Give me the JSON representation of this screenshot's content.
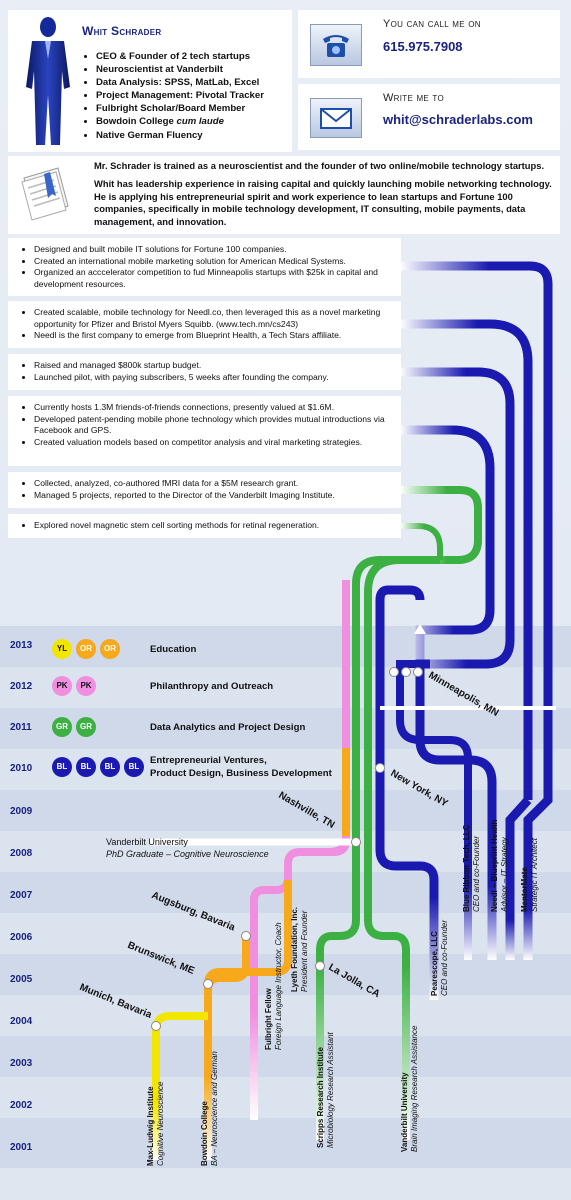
{
  "profile": {
    "name": "Whit Schrader",
    "bullets": [
      "CEO & Founder of 2 tech startups",
      "Neuroscientist at Vanderbilt",
      "Data Analysis: SPSS, MatLab, Excel",
      "Project Management: Pivotal Tracker",
      "Fulbright Scholar/Board Member",
      "Bowdoin College",
      "Native German Fluency"
    ],
    "bullet_em": "cum laude"
  },
  "contact": {
    "phone_title": "You can call me on",
    "phone": "615.975.7908",
    "email_title": "Write me to",
    "email": "whit@schraderlabs.com"
  },
  "summary": [
    "Mr. Schrader is trained as a neuroscientist and the founder of two online/mobile technology startups.",
    "Whit has leadership experience in raising capital and quickly launching mobile networking technology. He is applying his entrepreneurial spirit and work experience to lean startups and Fortune 100 companies, specifically in mobile technology development, IT consulting, mobile payments, data management, and innovation."
  ],
  "achievements": [
    [
      "Designed and built mobile IT solutions for Fortune 100 companies.",
      "Created an international mobile marketing solution for American Medical Systems.",
      "Organized an acccelerator competition to fud Minneapolis startups with $25k in capital and development resources."
    ],
    [
      "Created scalable, mobile technology for Needl.co, then leveraged this as a novel marketing opportunity for Pfizer and Bristol Myers Squibb. (www.tech.mn/cs243)",
      "Needl is the first company to emerge from Blueprint Health, a Tech Stars affiliate."
    ],
    [
      "Raised and managed $800k startup budget.",
      "Launched pilot, with paying subscribers, 5 weeks after founding the company."
    ],
    [
      "Currently hosts 1.3M friends-of-friends connections, presently valued at $1.6M.",
      "Developed patent-pending mobile phone technology which provides mutual introductions via Facebook and GPS.",
      "Created valuation models based on competitor analysis and viral marketing strategies."
    ],
    [
      "Collected, analyzed, co-authored fMRI data for a $5M research grant.",
      "Managed 5 projects, reported to the Director of the Vanderbilt Imaging Institute."
    ],
    [
      "Explored novel magnetic stem cell sorting methods for retinal regeneration."
    ]
  ],
  "timeline": {
    "years": [
      "2013",
      "2012",
      "2011",
      "2010",
      "2009",
      "2008",
      "2007",
      "2006",
      "2005",
      "2004",
      "2003",
      "2002",
      "2001"
    ],
    "legend": [
      {
        "text": "Education",
        "circles": [
          "YL",
          "OR",
          "OR"
        ],
        "colors": [
          "#f2e600",
          "#f7a81b",
          "#f7a81b"
        ]
      },
      {
        "text": "Philanthropy and Outreach",
        "circles": [
          "PK",
          "PK"
        ],
        "colors": [
          "#f08ee0",
          "#f08ee0"
        ]
      },
      {
        "text": "Data Analytics and Project Design",
        "circles": [
          "GR",
          "GR"
        ],
        "colors": [
          "#3cb043",
          "#3cb043"
        ]
      },
      {
        "text": "Entrepreneurial Ventures,",
        "text2": "Product Design, Business Development",
        "circles": [
          "BL",
          "BL",
          "BL",
          "BL"
        ],
        "colors": [
          "#1a1ab0",
          "#1a1ab0",
          "#1a1ab0",
          "#1a1ab0"
        ]
      }
    ],
    "cities": [
      "Munich, Bavaria",
      "Brunswick, ME",
      "Augsburg, Bavaria",
      "Nashville, TN",
      "La Jolla, CA",
      "New York, NY",
      "Minneapolis, MN"
    ],
    "vanderbilt": {
      "name": "Vanderbilt University",
      "role": "PhD Graduate – Cognitive Neuroscience"
    },
    "roles": [
      {
        "org": "Max-Ludwig Institute",
        "role": "Cognitive Neuroscience"
      },
      {
        "org": "Bowdoin College",
        "role": "BA – Neuroscience and German"
      },
      {
        "org": "Fulbright Fellow",
        "role": "Foreign Language Instructor, Coach"
      },
      {
        "org": "Lyeth Foundation, Inc.",
        "role": "President and Founder"
      },
      {
        "org": "Scripps Research Institute",
        "role": "Microbiology Research Assistant"
      },
      {
        "org": "Vanderbilt University",
        "role": "Brain Imaging Research Assistance"
      },
      {
        "org": "Pearescope, LLC",
        "role": "CEO and co-Founder"
      },
      {
        "org": "Blue Ribbon Tech, LLC",
        "role": "CEO and co-Founder"
      },
      {
        "org": "Needl – Blueprint Health",
        "role": "Advisor – IT Strategy"
      },
      {
        "org": "MentorMate",
        "role": "Strategic IT Architect"
      }
    ]
  },
  "colors": {
    "navy": "#1a237e",
    "blue": "#1a1ab0",
    "yellow": "#f2e600",
    "orange": "#f7a81b",
    "pink": "#f08ee0",
    "green": "#3cb043",
    "light_green": "#8fd14f"
  }
}
